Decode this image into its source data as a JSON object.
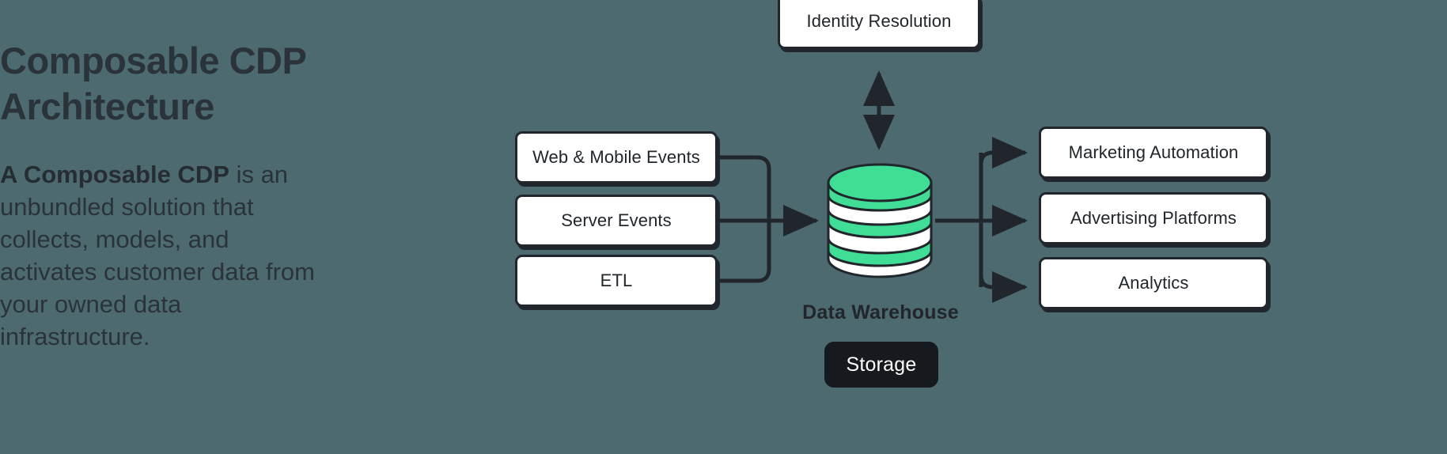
{
  "theme": {
    "background": "#4c6a70",
    "ink": "#20262b",
    "text_dark": "#2b333a",
    "node_fill": "#ffffff",
    "accent_green": "#40dd96",
    "pill_dark": "#16191d",
    "pill_text": "#ffffff"
  },
  "left": {
    "headline": "Composable CDP\nArchitecture",
    "lead": "A Composable CDP",
    "body": " is an unbundled solution that collects, models, and activates customer data from your owned data infrastructure."
  },
  "diagram": {
    "sources": [
      {
        "id": "web",
        "label": "Web & Mobile Events"
      },
      {
        "id": "server",
        "label": "Server Events"
      },
      {
        "id": "etl",
        "label": "ETL"
      }
    ],
    "top_node": {
      "id": "identity",
      "label": "Identity Resolution"
    },
    "warehouse": {
      "label": "Data Warehouse",
      "badge": "Storage",
      "icon": "database-cylinder-icon"
    },
    "destinations": [
      {
        "id": "marketing",
        "label": "Marketing Automation"
      },
      {
        "id": "advertising",
        "label": "Advertising Platforms"
      },
      {
        "id": "analytics",
        "label": "Analytics"
      }
    ],
    "connectors": [
      {
        "from": "sources",
        "to": "warehouse",
        "style": "solid",
        "arrow": "single"
      },
      {
        "from": "warehouse",
        "to": "identity",
        "style": "dashed",
        "arrow": "double"
      },
      {
        "from": "warehouse",
        "to": "destinations",
        "style": "solid",
        "arrow": "single"
      }
    ]
  }
}
